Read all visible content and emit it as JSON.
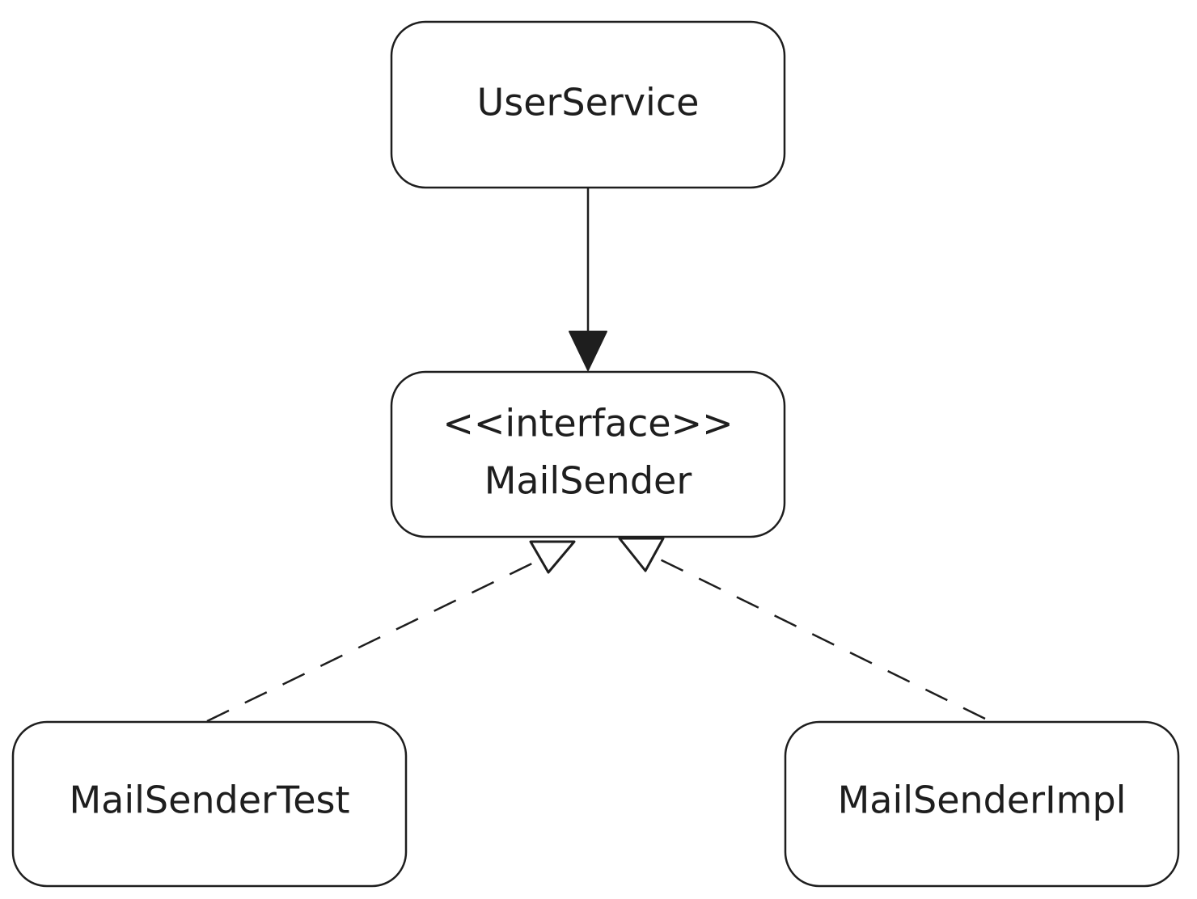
{
  "diagram": {
    "type": "uml-class",
    "nodes": [
      {
        "id": "userservice",
        "lines": [
          "UserService"
        ]
      },
      {
        "id": "mailsender",
        "lines": [
          "<<interface>>",
          "MailSender"
        ]
      },
      {
        "id": "mailsendertest",
        "lines": [
          "MailSenderTest"
        ]
      },
      {
        "id": "mailsenderimpl",
        "lines": [
          "MailSenderImpl"
        ]
      }
    ],
    "edges": [
      {
        "from": "userservice",
        "to": "mailsender",
        "kind": "dependency",
        "line_style": "solid",
        "head": "filled-triangle"
      },
      {
        "from": "mailsendertest",
        "to": "mailsender",
        "kind": "realization",
        "line_style": "dashed",
        "head": "hollow-triangle"
      },
      {
        "from": "mailsenderimpl",
        "to": "mailsender",
        "kind": "realization",
        "line_style": "dashed",
        "head": "hollow-triangle"
      }
    ],
    "colors": {
      "stroke": "#1e1e1e",
      "fill": "#ffffff",
      "background": "#ffffff"
    }
  }
}
